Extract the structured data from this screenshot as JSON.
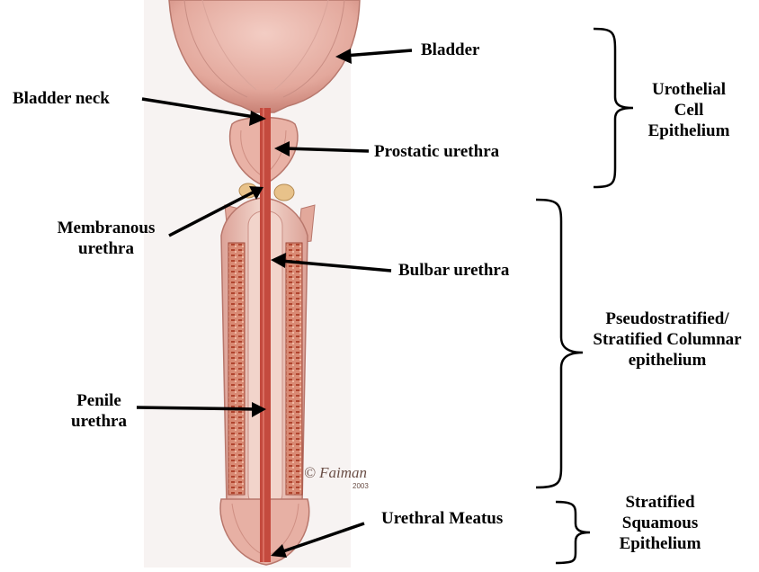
{
  "labels": {
    "bladder": "Bladder",
    "bladder_neck": "Bladder neck",
    "prostatic_urethra": "Prostatic urethra",
    "membranous_urethra": [
      "Membranous",
      "urethra"
    ],
    "bulbar_urethra": "Bulbar urethra",
    "penile_urethra": [
      "Penile",
      "urethra"
    ],
    "urethral_meatus": "Urethral Meatus"
  },
  "groups": {
    "urothelial": [
      "Urothelial",
      "Cell",
      "Epithelium"
    ],
    "pseudostratified": [
      "Pseudostratified/",
      "Stratified Columnar",
      "epithelium"
    ],
    "squamous": [
      "Stratified",
      "Squamous",
      "Epithelium"
    ]
  },
  "signature": {
    "name": "Faiman",
    "year": "2003"
  },
  "colors": {
    "tissue": "#e9b7ad",
    "tissue_dark": "#c9807a",
    "urethra": "#c0433b",
    "erectile": "#c76450",
    "sheath": "#f1d8cf",
    "arrow": "#000000"
  }
}
